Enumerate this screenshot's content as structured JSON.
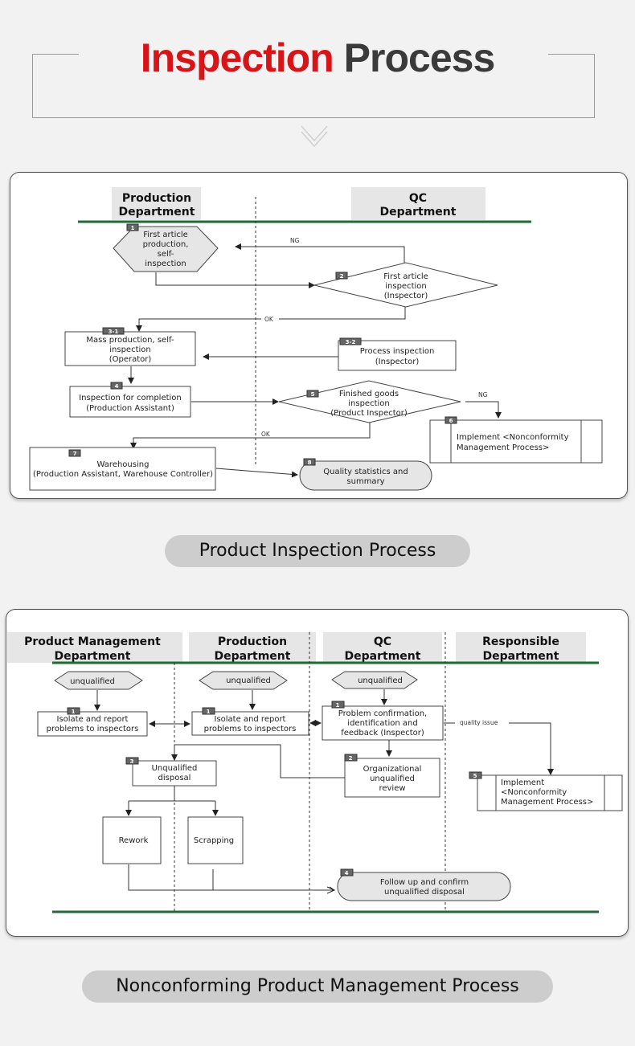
{
  "header": {
    "title_red": "Inspection",
    "title_dark": "Process",
    "colors": {
      "red": "#d71518",
      "dark": "#3a3a3a",
      "lane_line": "#1e6b34"
    }
  },
  "product_inspection": {
    "caption": "Product Inspection Process",
    "lanes": [
      {
        "line1": "Production",
        "line2": "Department"
      },
      {
        "line1": "QC",
        "line2": "Department"
      }
    ],
    "steps": [
      {
        "id": "1",
        "shape": "hexagon",
        "lines": [
          "First article",
          "production,",
          "self-",
          "inspection"
        ]
      },
      {
        "id": "2",
        "shape": "diamond",
        "lines": [
          "First article",
          "inspection",
          "(Inspector)"
        ]
      },
      {
        "id": "3-1",
        "shape": "box",
        "lines": [
          "Mass production, self-",
          "inspection",
          "(Operator)"
        ]
      },
      {
        "id": "3-2",
        "shape": "box",
        "lines": [
          "Process inspection",
          "(Inspector)"
        ]
      },
      {
        "id": "4",
        "shape": "box",
        "lines": [
          "Inspection for completion",
          "(Production Assistant)"
        ]
      },
      {
        "id": "5",
        "shape": "diamond",
        "lines": [
          "Finished goods",
          "inspection",
          "(Product Inspector)"
        ]
      },
      {
        "id": "6",
        "shape": "subprocess",
        "lines": [
          "Implement <Nonconformity",
          "Management Process>"
        ]
      },
      {
        "id": "7",
        "shape": "box",
        "lines": [
          "Warehousing",
          "(Production Assistant, Warehouse Controller)"
        ]
      },
      {
        "id": "8",
        "shape": "terminal",
        "lines": [
          "Quality statistics and",
          "summary"
        ]
      }
    ],
    "edge_labels": {
      "ng_top": "NG",
      "ok_top": "OK",
      "ng_right": "NG",
      "ok_bottom": "OK"
    }
  },
  "nonconforming": {
    "caption": "Nonconforming Product Management Process",
    "lanes": [
      {
        "line1": "Product Management",
        "line2": "Department"
      },
      {
        "line1": "Production",
        "line2": "Department"
      },
      {
        "line1": "QC",
        "line2": "Department"
      },
      {
        "line1": "Responsible",
        "line2": "Department"
      }
    ],
    "triggers": [
      "unqualified",
      "unqualified",
      "unqualified"
    ],
    "steps": [
      {
        "id": "1",
        "lines": [
          "Isolate and report",
          "problems to inspectors"
        ]
      },
      {
        "id": "1",
        "lines": [
          "Isolate and report",
          "problems to inspectors"
        ]
      },
      {
        "id": "1",
        "lines": [
          "Problem confirmation,",
          "identification and",
          "feedback (Inspector)"
        ]
      },
      {
        "id": "2",
        "lines": [
          "Organizational",
          "unqualified",
          "review"
        ]
      },
      {
        "id": "3",
        "lines": [
          "Unqualified",
          "disposal"
        ]
      },
      {
        "id": "",
        "lines": [
          "Rework"
        ]
      },
      {
        "id": "",
        "lines": [
          "Scrapping"
        ]
      },
      {
        "id": "4",
        "lines": [
          "Follow up and confirm",
          "unqualified disposal"
        ]
      },
      {
        "id": "5",
        "lines": [
          "Implement",
          "<Nonconformity",
          "Management Process>"
        ]
      }
    ],
    "edge_labels": {
      "quality_issue": "quality issue"
    }
  }
}
